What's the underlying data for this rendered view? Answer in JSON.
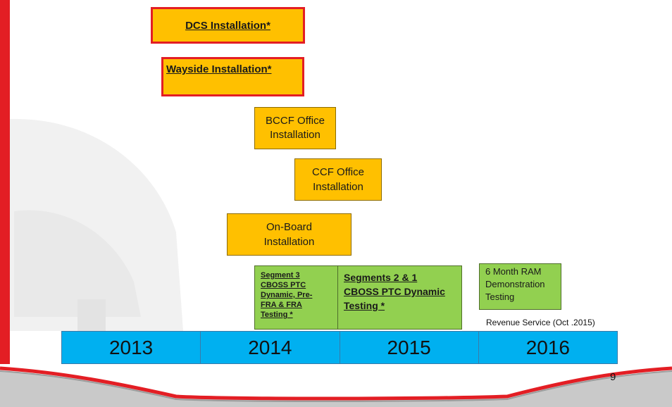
{
  "items": [
    {
      "label": "DCS Installation*"
    },
    {
      "label": "Wayside Installation*"
    },
    {
      "label": "BCCF Office Installation"
    },
    {
      "label": "CCF Office Installation"
    },
    {
      "label": "On-Board Installation"
    },
    {
      "label": "Segment 3 CBOSS PTC Dynamic, Pre-FRA & FRA Testing *"
    },
    {
      "label": "Segments 2 & 1 CBOSS PTC Dynamic Testing *"
    },
    {
      "label": "6 Month RAM Demonstration Testing"
    }
  ],
  "revenue_note": "Revenue Service (Oct .2015)",
  "years": [
    "2013",
    "2014",
    "2015",
    "2016"
  ],
  "page_number": "9",
  "colors": {
    "accent_red": "#e31e24",
    "task_orange": "#ffc000",
    "test_green": "#92d050",
    "timeline_blue": "#00b0f0"
  }
}
